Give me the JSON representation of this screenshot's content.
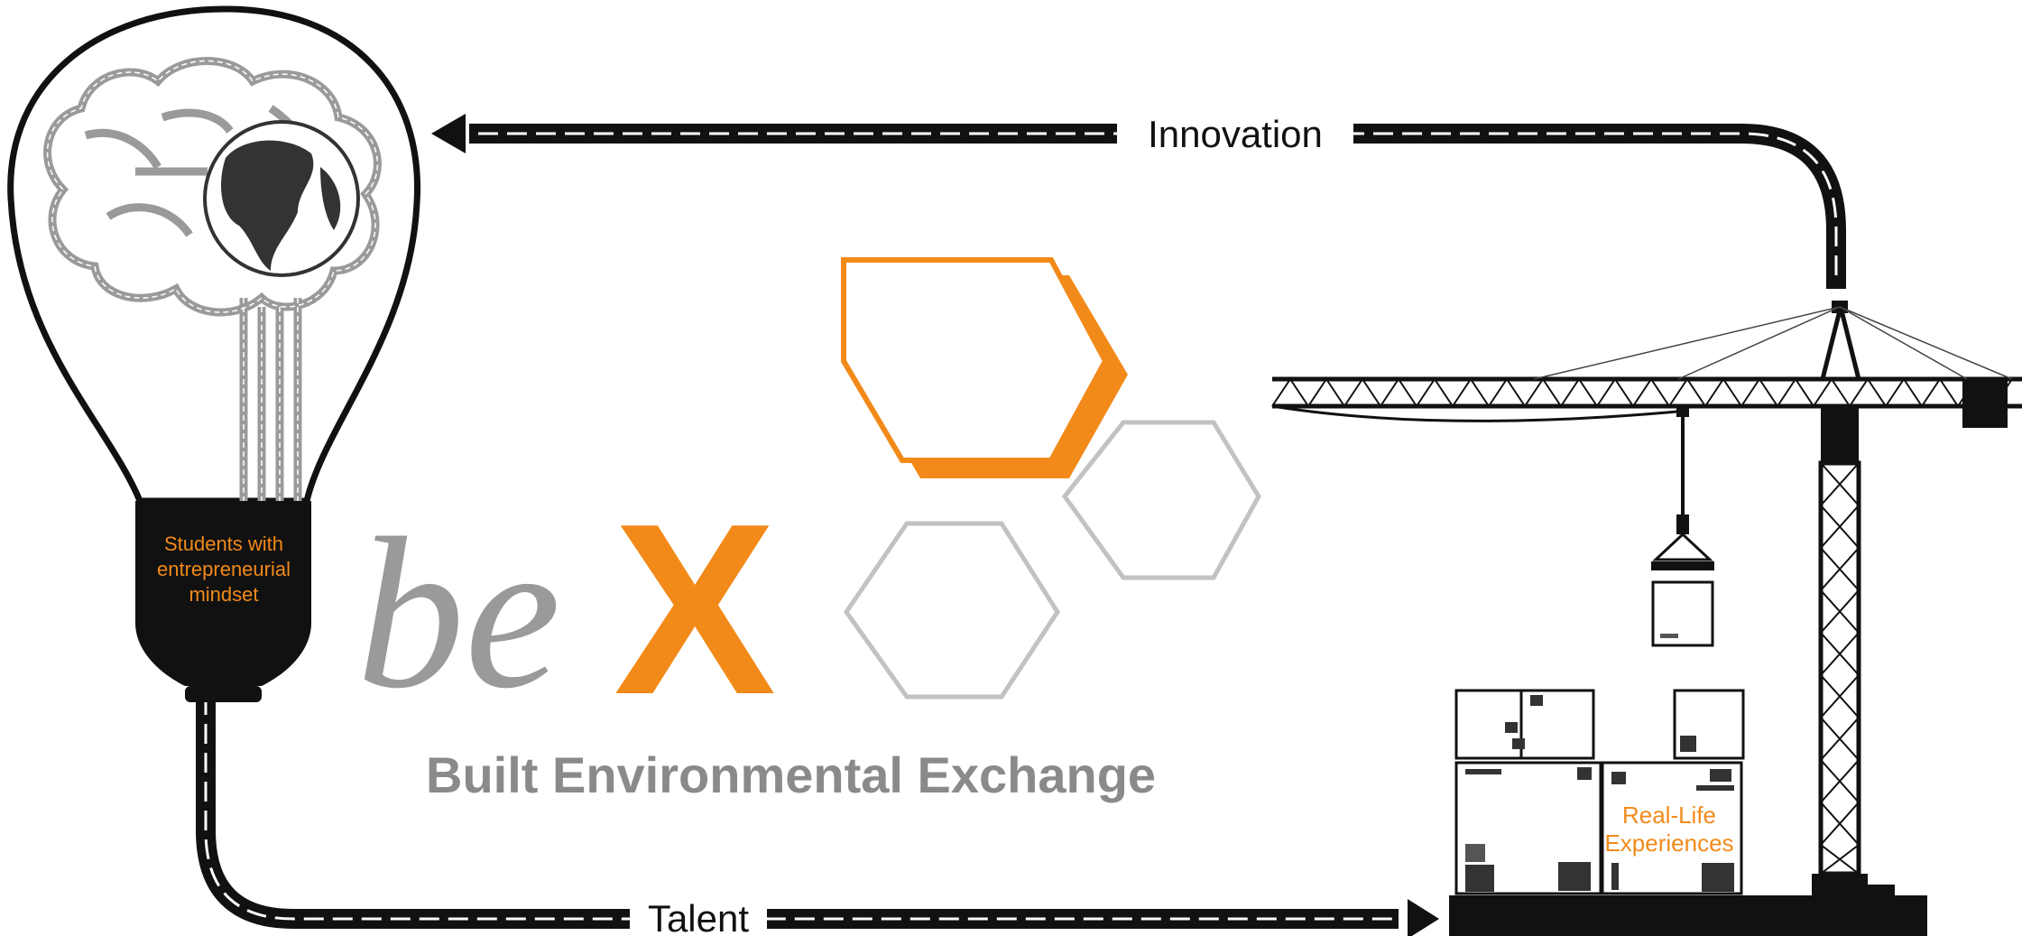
{
  "diagram": {
    "top_road_label": "Innovation",
    "bottom_road_label": "Talent",
    "bulb_label_lines": [
      "Students with",
      "entrepreneurial",
      "mindset"
    ],
    "box_label_lines": [
      "Real-Life",
      "Experiences"
    ],
    "logo_be": "be",
    "logo_x": "X",
    "tagline": "Built Environmental Exchange"
  },
  "colors": {
    "accent_orange": "#f28a1a",
    "logo_gray": "#9a9a9a",
    "road_black": "#111111"
  }
}
